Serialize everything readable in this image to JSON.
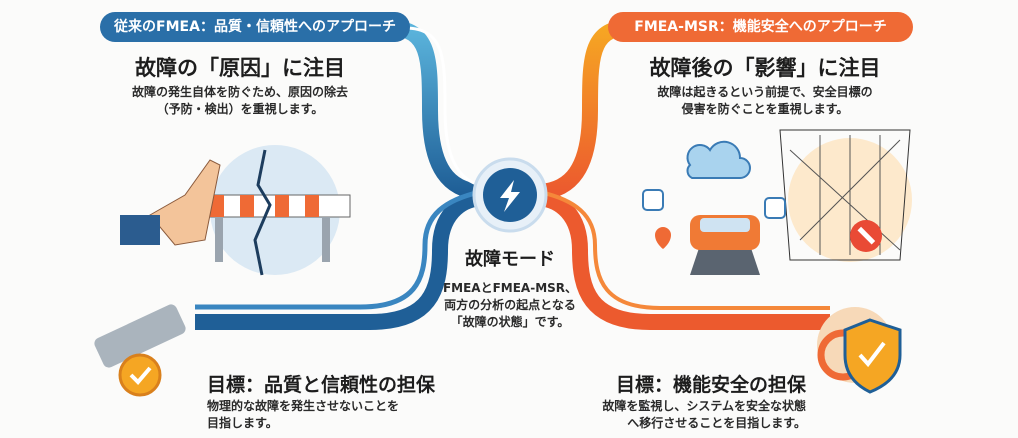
{
  "left": {
    "pill": "従来のFMEA：品質・信頼性へのアプローチ",
    "heading": "故障の「原因」に注目",
    "desc": [
      "故障の発生自体を防ぐため、原因の除去",
      "（予防・検出）を重視します。"
    ],
    "goal_title": "目標：品質と信頼性の担保",
    "goal_desc": [
      "物理的な故障を発生させないことを",
      "目指します。"
    ]
  },
  "center": {
    "title": "故障モード",
    "desc": [
      "FMEAとFMEA-MSR、",
      "両方の分析の起点となる",
      "「故障の状態」です。"
    ]
  },
  "right": {
    "pill": "FMEA-MSR：機能安全へのアプローチ",
    "heading": "故障後の「影響」に注目",
    "desc": [
      "故障は起きるという前提で、安全目標の",
      "侵害を防ぐことを重視します。"
    ],
    "goal_title": "目標：機能安全の担保",
    "goal_desc": [
      "故障を監視し、システムを安全な状態",
      "へ移行させることを目指します。"
    ]
  },
  "colors": {
    "blue": "#2a6fa8",
    "light_blue": "#5bb4dc",
    "orange": "#ef6a35",
    "yellow": "#f5a623"
  }
}
